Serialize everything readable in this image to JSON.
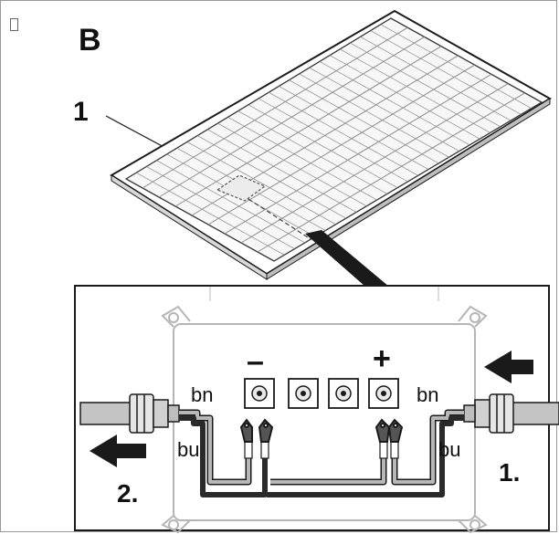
{
  "figure_label": "B",
  "callout_number": "1",
  "terminal_minus": "–",
  "terminal_plus": "+",
  "left_wire_top": "bn",
  "left_wire_bottom": "bu",
  "right_wire_top": "bn",
  "right_wire_bottom": "bu",
  "step_one": "1.",
  "step_two": "2.",
  "colors": {
    "line": "#1a1a1a",
    "panel_fill": "#ffffff",
    "cell_line": "#8c8c8c",
    "box_outline": "#b5b5b5",
    "cable_gray": "#c4c4c4",
    "wire_dark": "#2a2a2a",
    "wire_gray": "#9a9a9a"
  }
}
